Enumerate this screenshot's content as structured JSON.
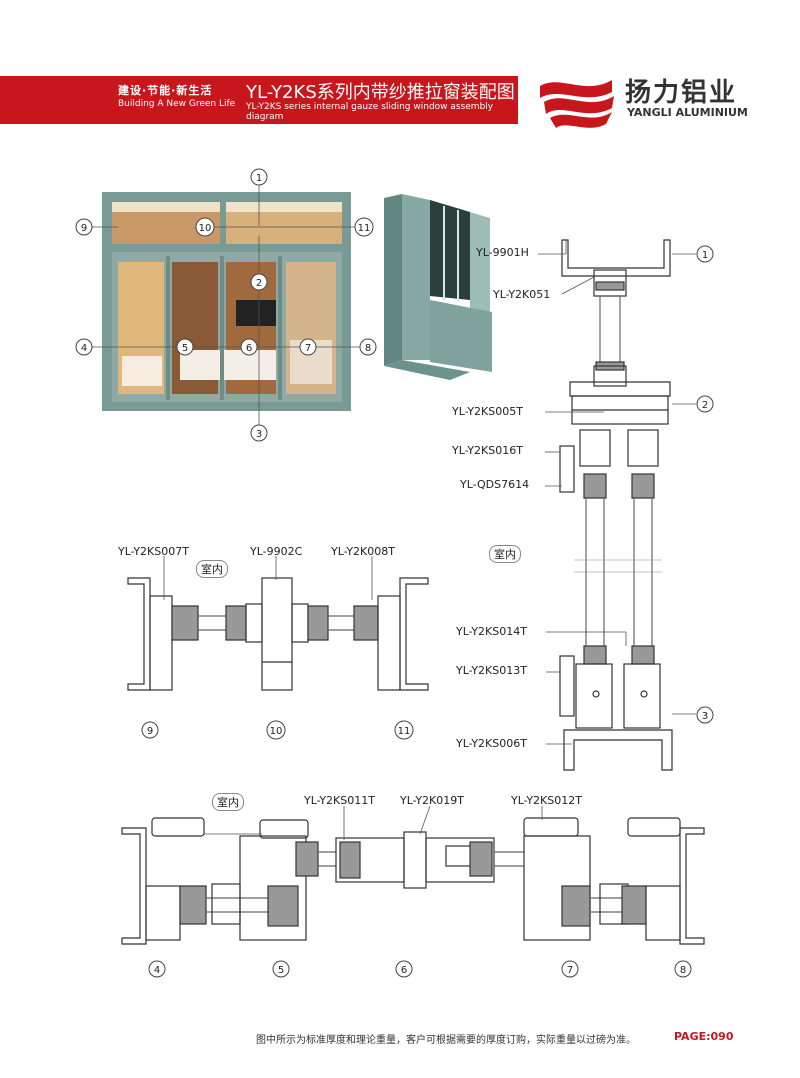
{
  "header": {
    "slogan_cn": "建设·节能·新生活",
    "slogan_en": "Building A New Green Life",
    "title_cn": "YL-Y2KS系列内带纱推拉窗装配图",
    "title_en": "YL-Y2KS series internal gauze sliding window assembly diagram"
  },
  "brand": {
    "name_cn": "扬力铝业",
    "name_en": "YANGLI ALUMINIUM",
    "color": "#c8161d"
  },
  "window_markers": [
    "1",
    "2",
    "3",
    "4",
    "5",
    "6",
    "7",
    "8",
    "9",
    "10",
    "11"
  ],
  "vertical_section": {
    "labels": [
      "YL-9901H",
      "YL-Y2K051",
      "YL-Y2KS005T",
      "YL-Y2KS016T",
      "YL-QDS7614",
      "YL-Y2KS014T",
      "YL-Y2KS013T",
      "YL-Y2KS006T"
    ],
    "markers": [
      "1",
      "2",
      "3"
    ],
    "indoor": "室内"
  },
  "mullion_section": {
    "labels": [
      "YL-Y2KS007T",
      "YL-9902C",
      "YL-Y2K008T"
    ],
    "markers": [
      "9",
      "10",
      "11"
    ],
    "indoor": "室内"
  },
  "horizontal_section": {
    "labels": [
      "YL-Y2KS011T",
      "YL-Y2K019T",
      "YL-Y2KS012T"
    ],
    "markers": [
      "4",
      "5",
      "6",
      "7",
      "8"
    ],
    "indoor": "室内"
  },
  "footer": {
    "note": "图中所示为标准厚度和理论重量，客户可根据需要的厚度订购，实际重量以过磅为准。",
    "page": "PAGE:090"
  }
}
